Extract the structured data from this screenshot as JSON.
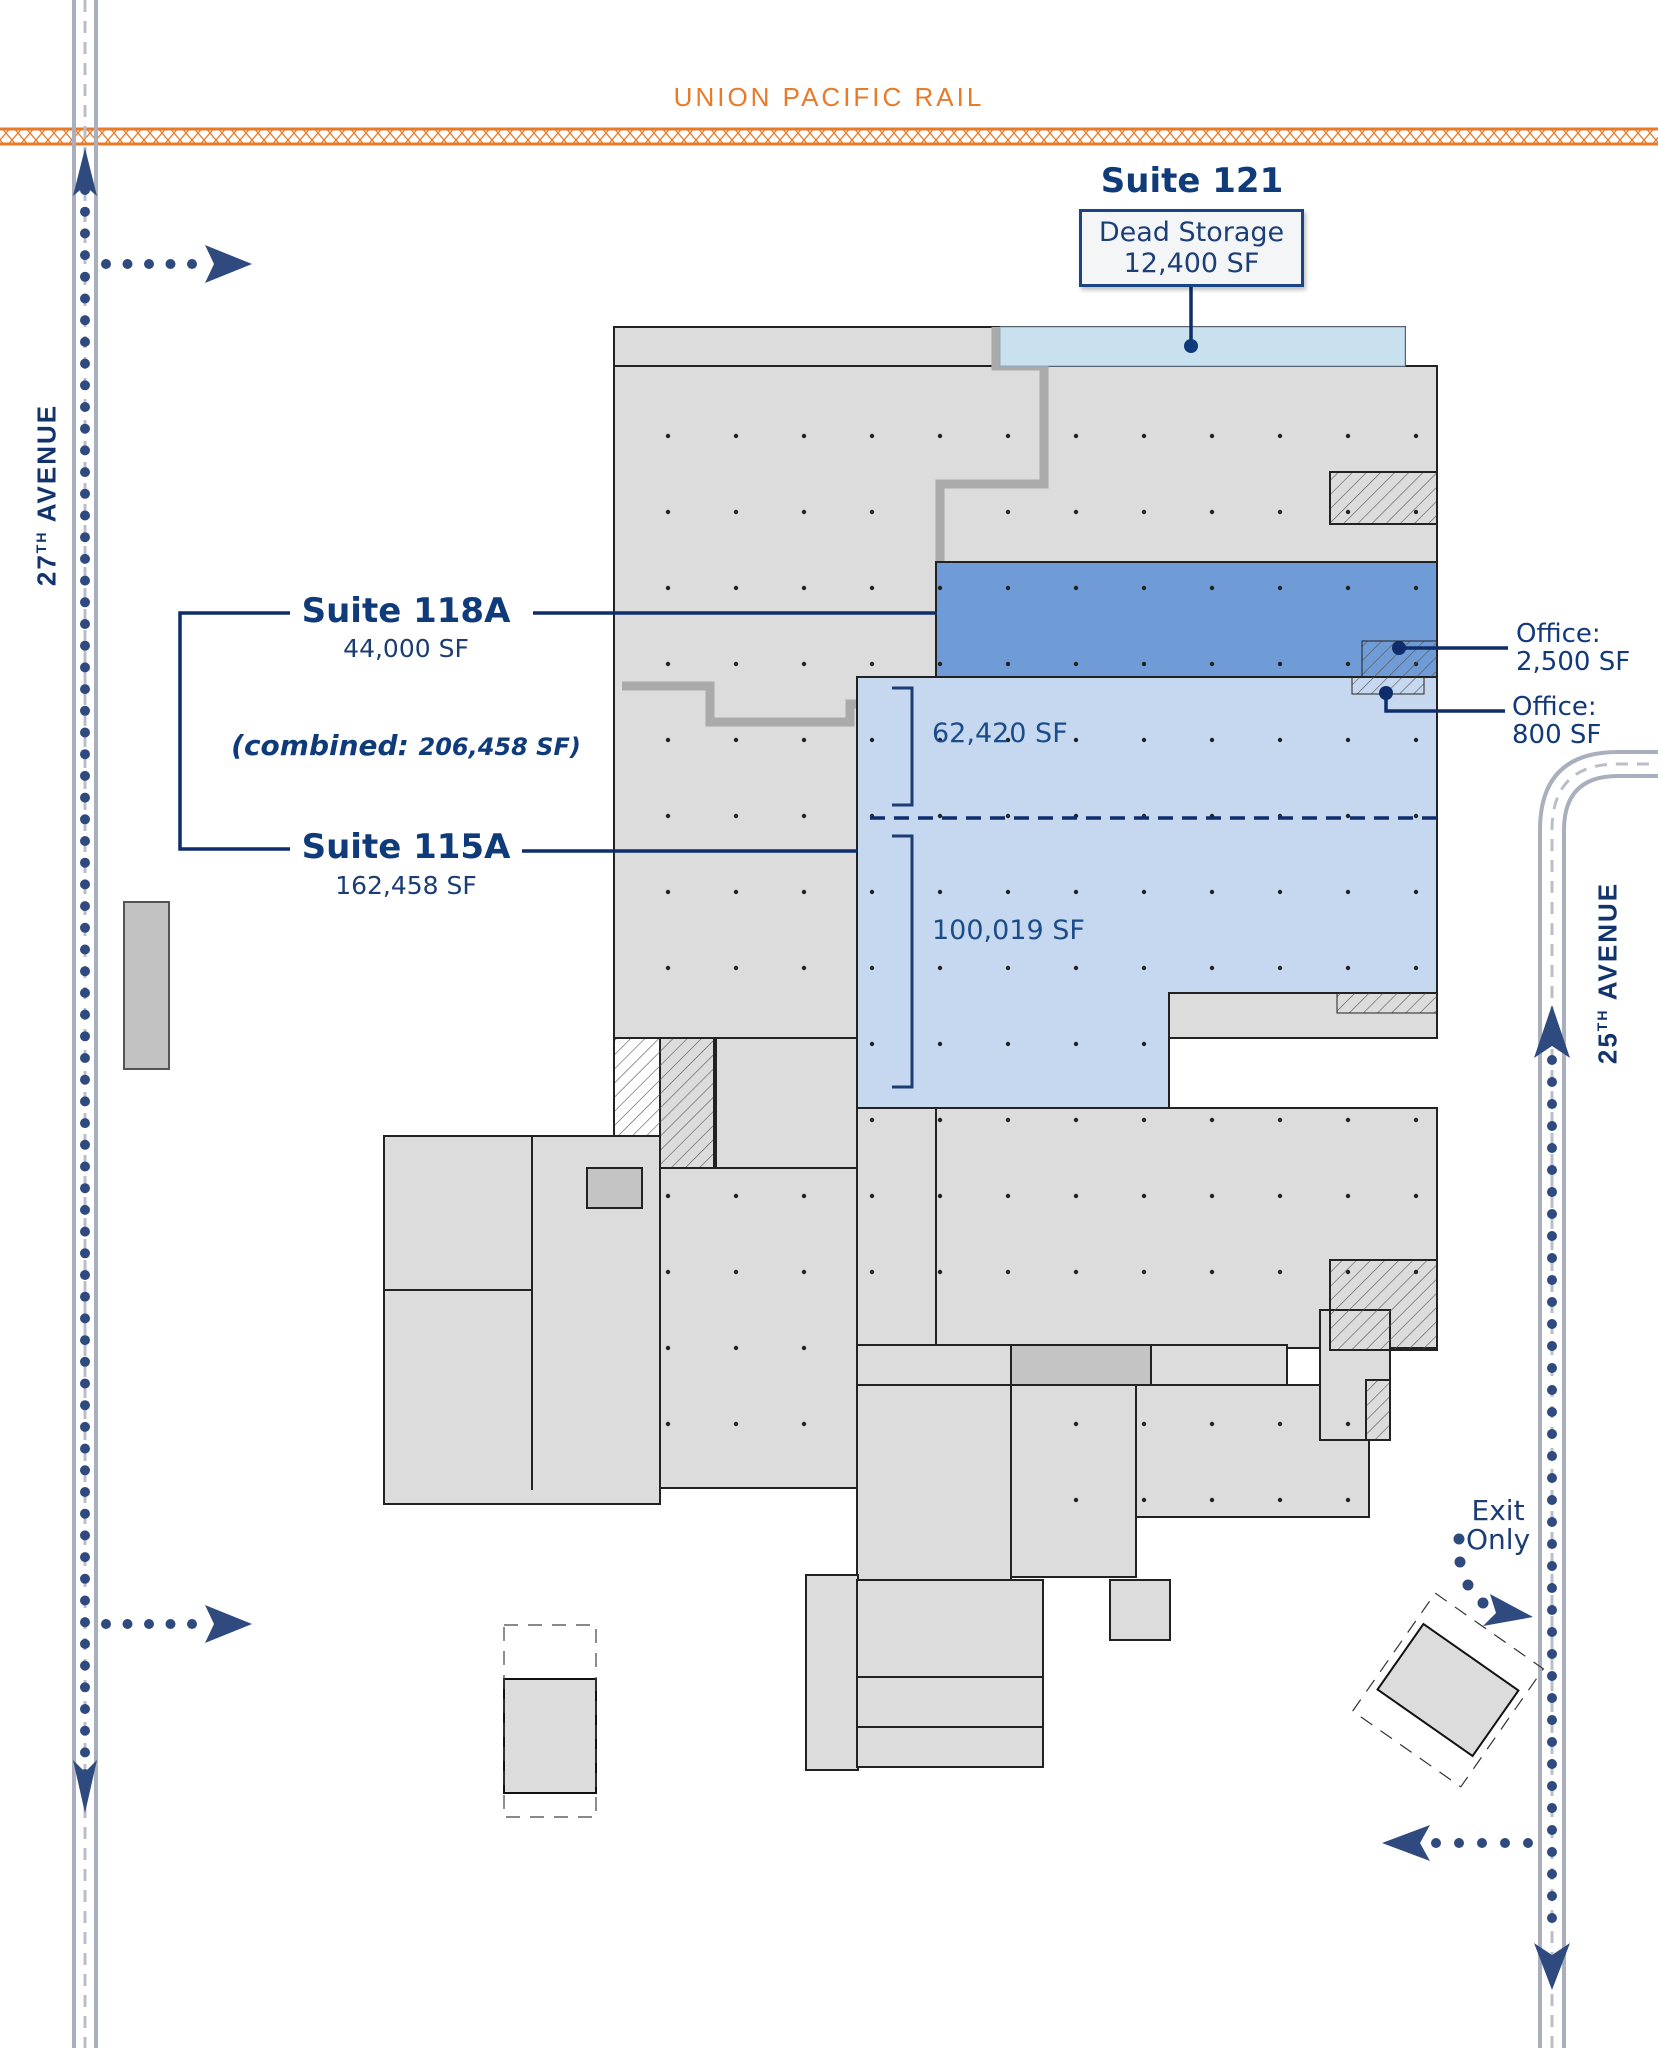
{
  "rail": {
    "label": "UNION PACIFIC RAIL",
    "color": "#e87a2a"
  },
  "roads": {
    "west": {
      "name_prefix": "27",
      "name_sup": "TH",
      "name_suffix": " AVENUE"
    },
    "east": {
      "name_prefix": "25",
      "name_sup": "TH",
      "name_suffix": " AVENUE"
    }
  },
  "suites": {
    "suite_121": {
      "title": "Suite 121",
      "type": "Dead Storage",
      "area": "12,400 SF",
      "color": "#c9e0ef"
    },
    "suite_118a": {
      "title": "Suite 118A",
      "area": "44,000 SF",
      "color": "#6f9bd6"
    },
    "combined": {
      "label": "(combined: ",
      "value": "206,458 SF)"
    },
    "suite_115a": {
      "title": "Suite 115A",
      "area": "162,458 SF",
      "color": "#c6d8ef",
      "sections": [
        {
          "area": "62,420 SF"
        },
        {
          "area": "100,019 SF"
        }
      ]
    }
  },
  "offices": [
    {
      "label": "Office:",
      "area": "2,500 SF"
    },
    {
      "label": "Office:",
      "area": "800 SF"
    }
  ],
  "exit": {
    "line1": "Exit",
    "line2": "Only"
  },
  "colors": {
    "navy": "#0f3b7a",
    "arrow": "#2f4a7e",
    "building": "#dcdcdc",
    "road": "#a9afbd"
  }
}
